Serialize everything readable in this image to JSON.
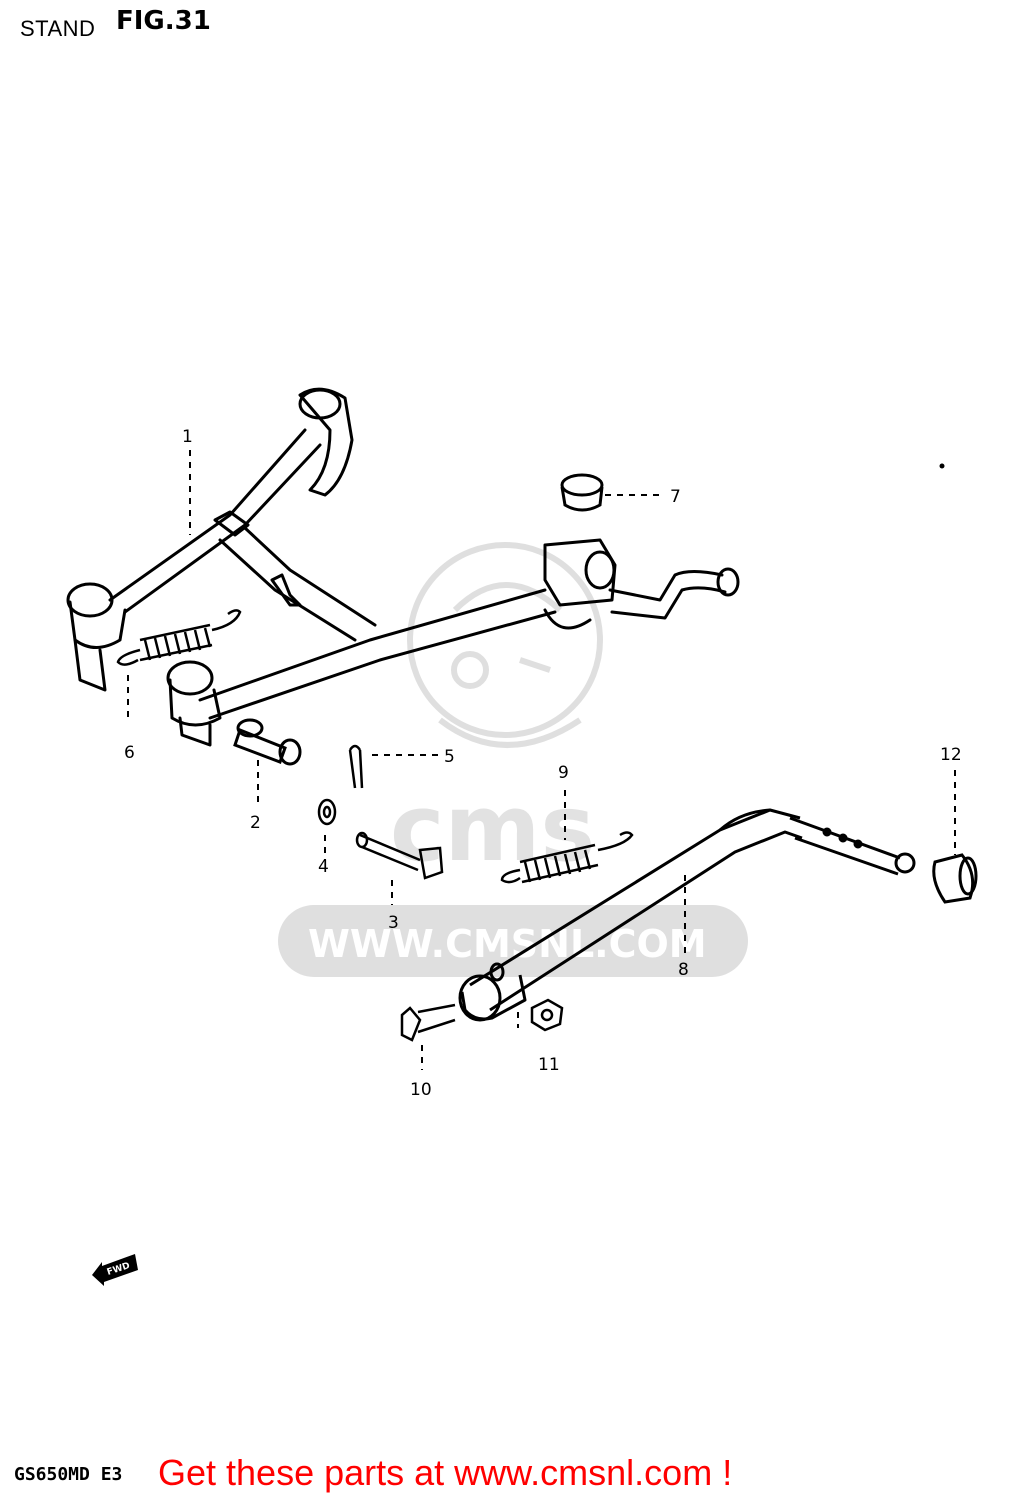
{
  "header": {
    "title": "STAND",
    "figure": "FIG.31"
  },
  "watermark": {
    "text": "WWW.CMSNL.COM",
    "logo": "cms",
    "color": "#d8d8d8"
  },
  "callouts": [
    {
      "id": "1",
      "label": "1"
    },
    {
      "id": "2",
      "label": "2"
    },
    {
      "id": "3",
      "label": "3"
    },
    {
      "id": "4",
      "label": "4"
    },
    {
      "id": "5",
      "label": "5"
    },
    {
      "id": "6",
      "label": "6"
    },
    {
      "id": "7",
      "label": "7"
    },
    {
      "id": "8",
      "label": "8"
    },
    {
      "id": "9",
      "label": "9"
    },
    {
      "id": "10",
      "label": "10"
    },
    {
      "id": "11",
      "label": "11"
    },
    {
      "id": "12",
      "label": "12"
    }
  ],
  "fwd_indicator": {
    "label": "FWD"
  },
  "footer": {
    "model": "GS650MD E3",
    "link_text": "Get these parts at www.cmsnl.com !",
    "link_color": "#ff0000"
  }
}
